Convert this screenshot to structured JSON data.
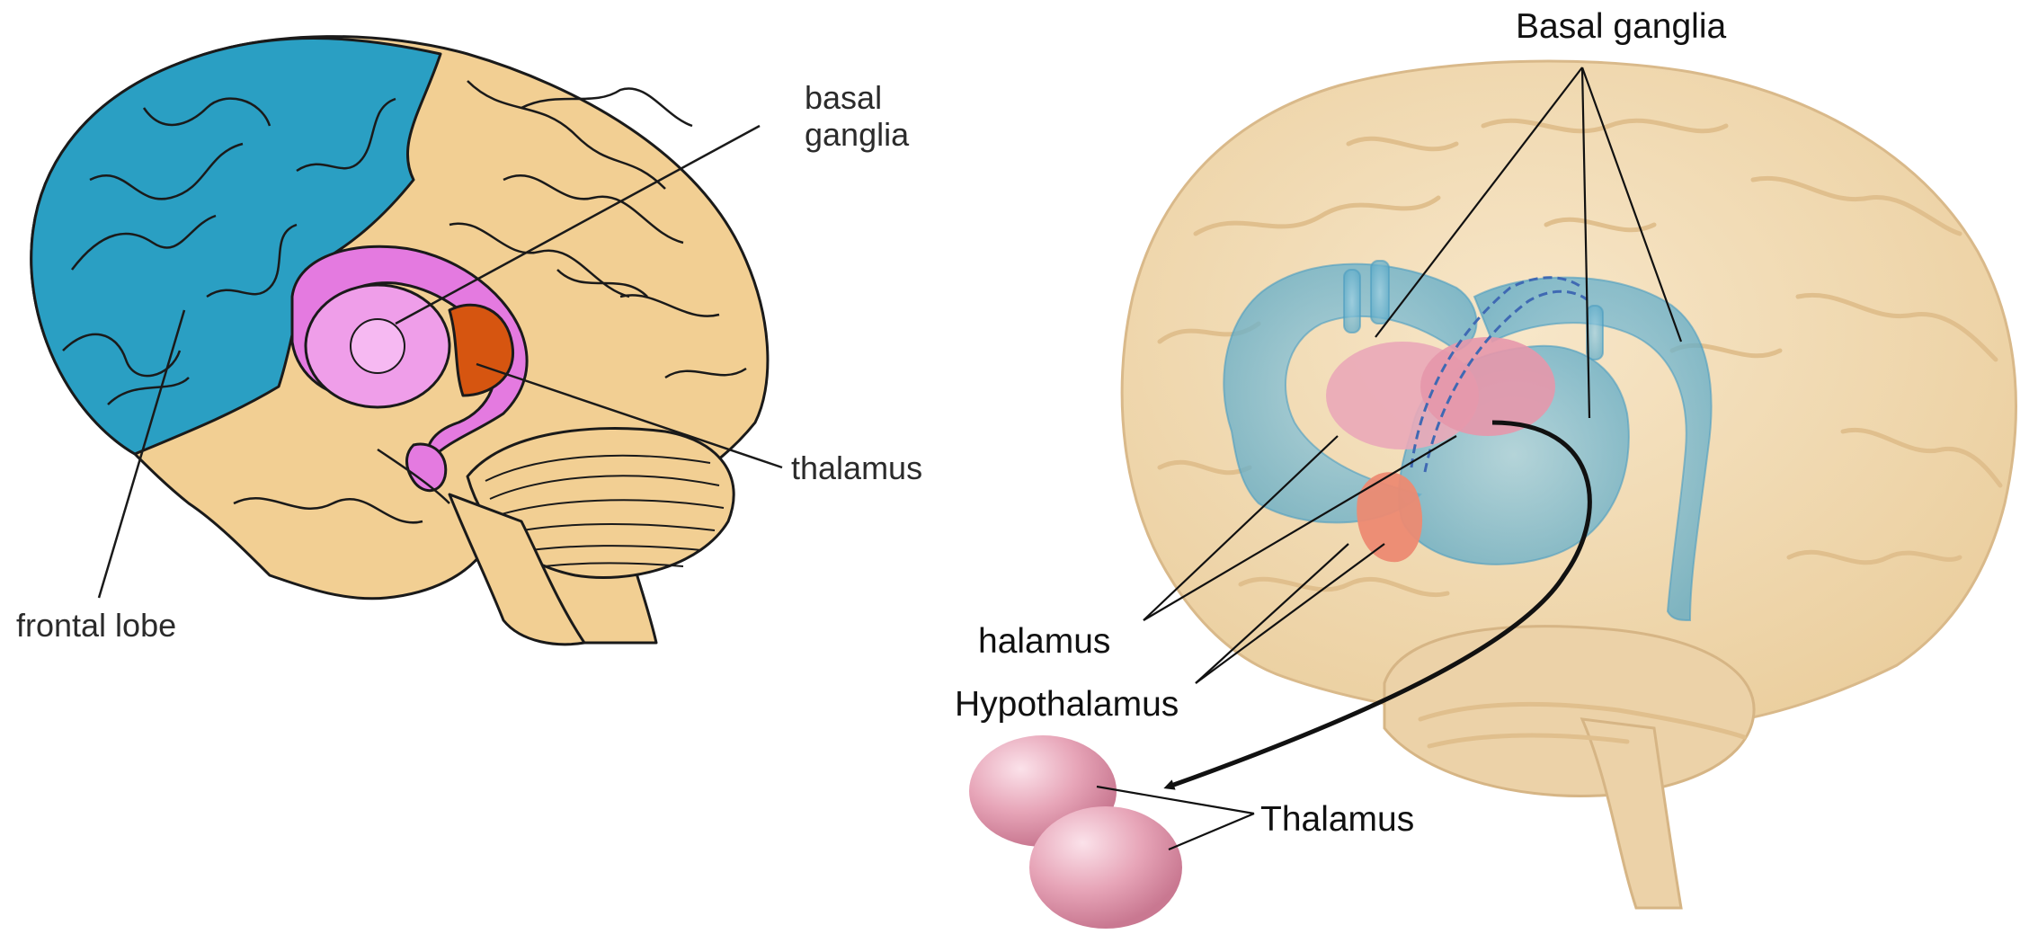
{
  "left_diagram": {
    "labels": {
      "basal_ganglia": "basal\nganglia",
      "thalamus": "thalamus",
      "frontal_lobe": "frontal lobe"
    },
    "colors": {
      "frontal_lobe": "#2a9fc3",
      "cortex": "#f2cf93",
      "basal_ganglia": "#e47ae0",
      "thalamus": "#d65510",
      "outline": "#1a1a1a"
    }
  },
  "right_diagram": {
    "labels": {
      "basal_ganglia": "Basal ganglia",
      "halamus": "halamus",
      "hypothalamus": "Hypothalamus",
      "thalamus": "Thalamus"
    },
    "colors": {
      "brain": "#f3dbb4",
      "basal_ganglia": "#7fbfd6",
      "thalamus": "#e9a9b9",
      "hypothalamus": "#ec8a72",
      "arrow": "#111111"
    }
  }
}
